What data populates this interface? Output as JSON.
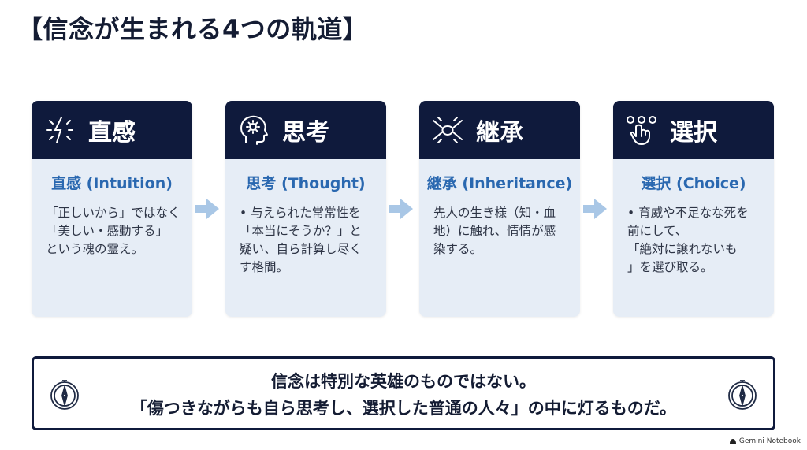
{
  "title": "【信念が生まれる4つの軌道】",
  "cards": [
    {
      "heading": "直感",
      "icon": "lightning-burst-icon",
      "subtitle": "直感 (Intuition)",
      "lines": [
        "「正しいから」ではなく",
        "「美しい・感動する」",
        "という魂の霊え。"
      ]
    },
    {
      "heading": "思考",
      "icon": "head-gear-icon",
      "subtitle": "思考 (Thought)",
      "lines": [
        "• 与えられた常常性を",
        "「本当にそうか？」と",
        "疑い、自ら計算し尽く",
        "す格間。"
      ]
    },
    {
      "heading": "継承",
      "icon": "joined-hands-icon",
      "subtitle": "継承 (Inheritance)",
      "lines": [
        "先人の生き様（知・血",
        "地）に触れ、情情が感",
        "染する。"
      ]
    },
    {
      "heading": "選択",
      "icon": "hand-choice-icon",
      "subtitle": "選択 (Choice)",
      "lines": [
        "• 育威や不足なな死を",
        "前にして、",
        "「絶対に譲れないも",
        "」を選び取る。"
      ]
    }
  ],
  "banner": {
    "line1": "信念は特別な英雄のものではない。",
    "line2": "「傷つきながらも自ら思考し、選択した普通の人々」の中に灯るものだ。",
    "icons": [
      "compass-icon",
      "compass-icon"
    ]
  },
  "footer": {
    "label": "Gemini Notebook"
  },
  "colors": {
    "header_bg": "#0f1a3c",
    "card_bg": "#e6edf6",
    "accent": "#2a68b0",
    "arrow": "#a9c7e6"
  }
}
